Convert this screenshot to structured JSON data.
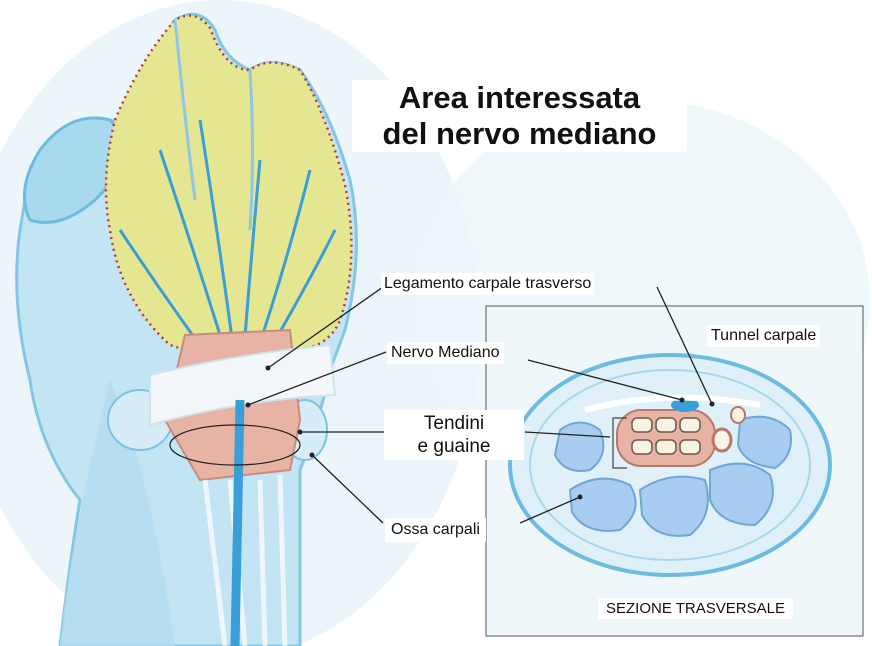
{
  "title": {
    "line1": "Area interessata",
    "line2": "del nervo mediano"
  },
  "labels": {
    "ligament": "Legamento carpale trasverso",
    "tunnel": "Tunnel carpale",
    "nerve": "Nervo Mediano",
    "tendons_line1": "Tendini",
    "tendons_line2": "e guaine",
    "bones": "Ossa carpali",
    "section": "SEZIONE TRASVERSALE"
  },
  "colors": {
    "skin_blue": "#9fd4ea",
    "nerve_area_yellow": "#e4e691",
    "dotted_outline": "#c0392b",
    "tendon_pink": "#e6b3a4",
    "ligament_white": "#f4f7f9",
    "nerve_blue": "#3a9fd6",
    "bone_blue": "#a8cdf0",
    "leader_line": "#222222"
  }
}
